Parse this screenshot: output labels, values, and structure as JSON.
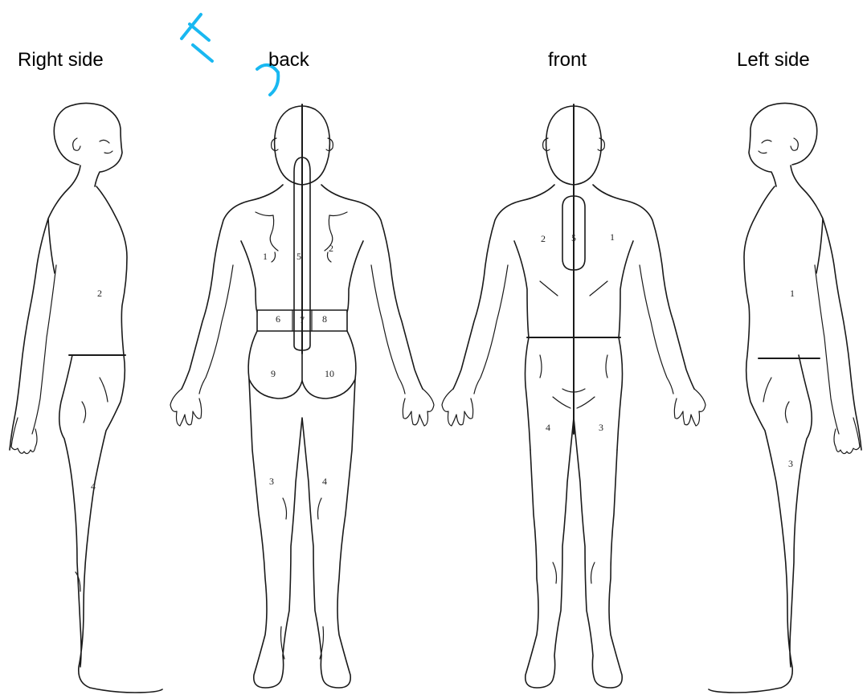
{
  "views": {
    "right_side": {
      "label": "Right side",
      "regions": [
        "2",
        "4"
      ]
    },
    "back": {
      "label": "back",
      "regions": [
        "1",
        "2",
        "5",
        "6",
        "7",
        "8",
        "9",
        "10",
        "3",
        "4"
      ]
    },
    "front": {
      "label": "front",
      "regions": [
        "2",
        "5",
        "1",
        "4",
        "3"
      ]
    },
    "left_side": {
      "label": "Left side",
      "regions": [
        "1",
        "3"
      ]
    }
  },
  "colors": {
    "outline": "#1a1a1a",
    "watermark": "#00b0f0"
  }
}
